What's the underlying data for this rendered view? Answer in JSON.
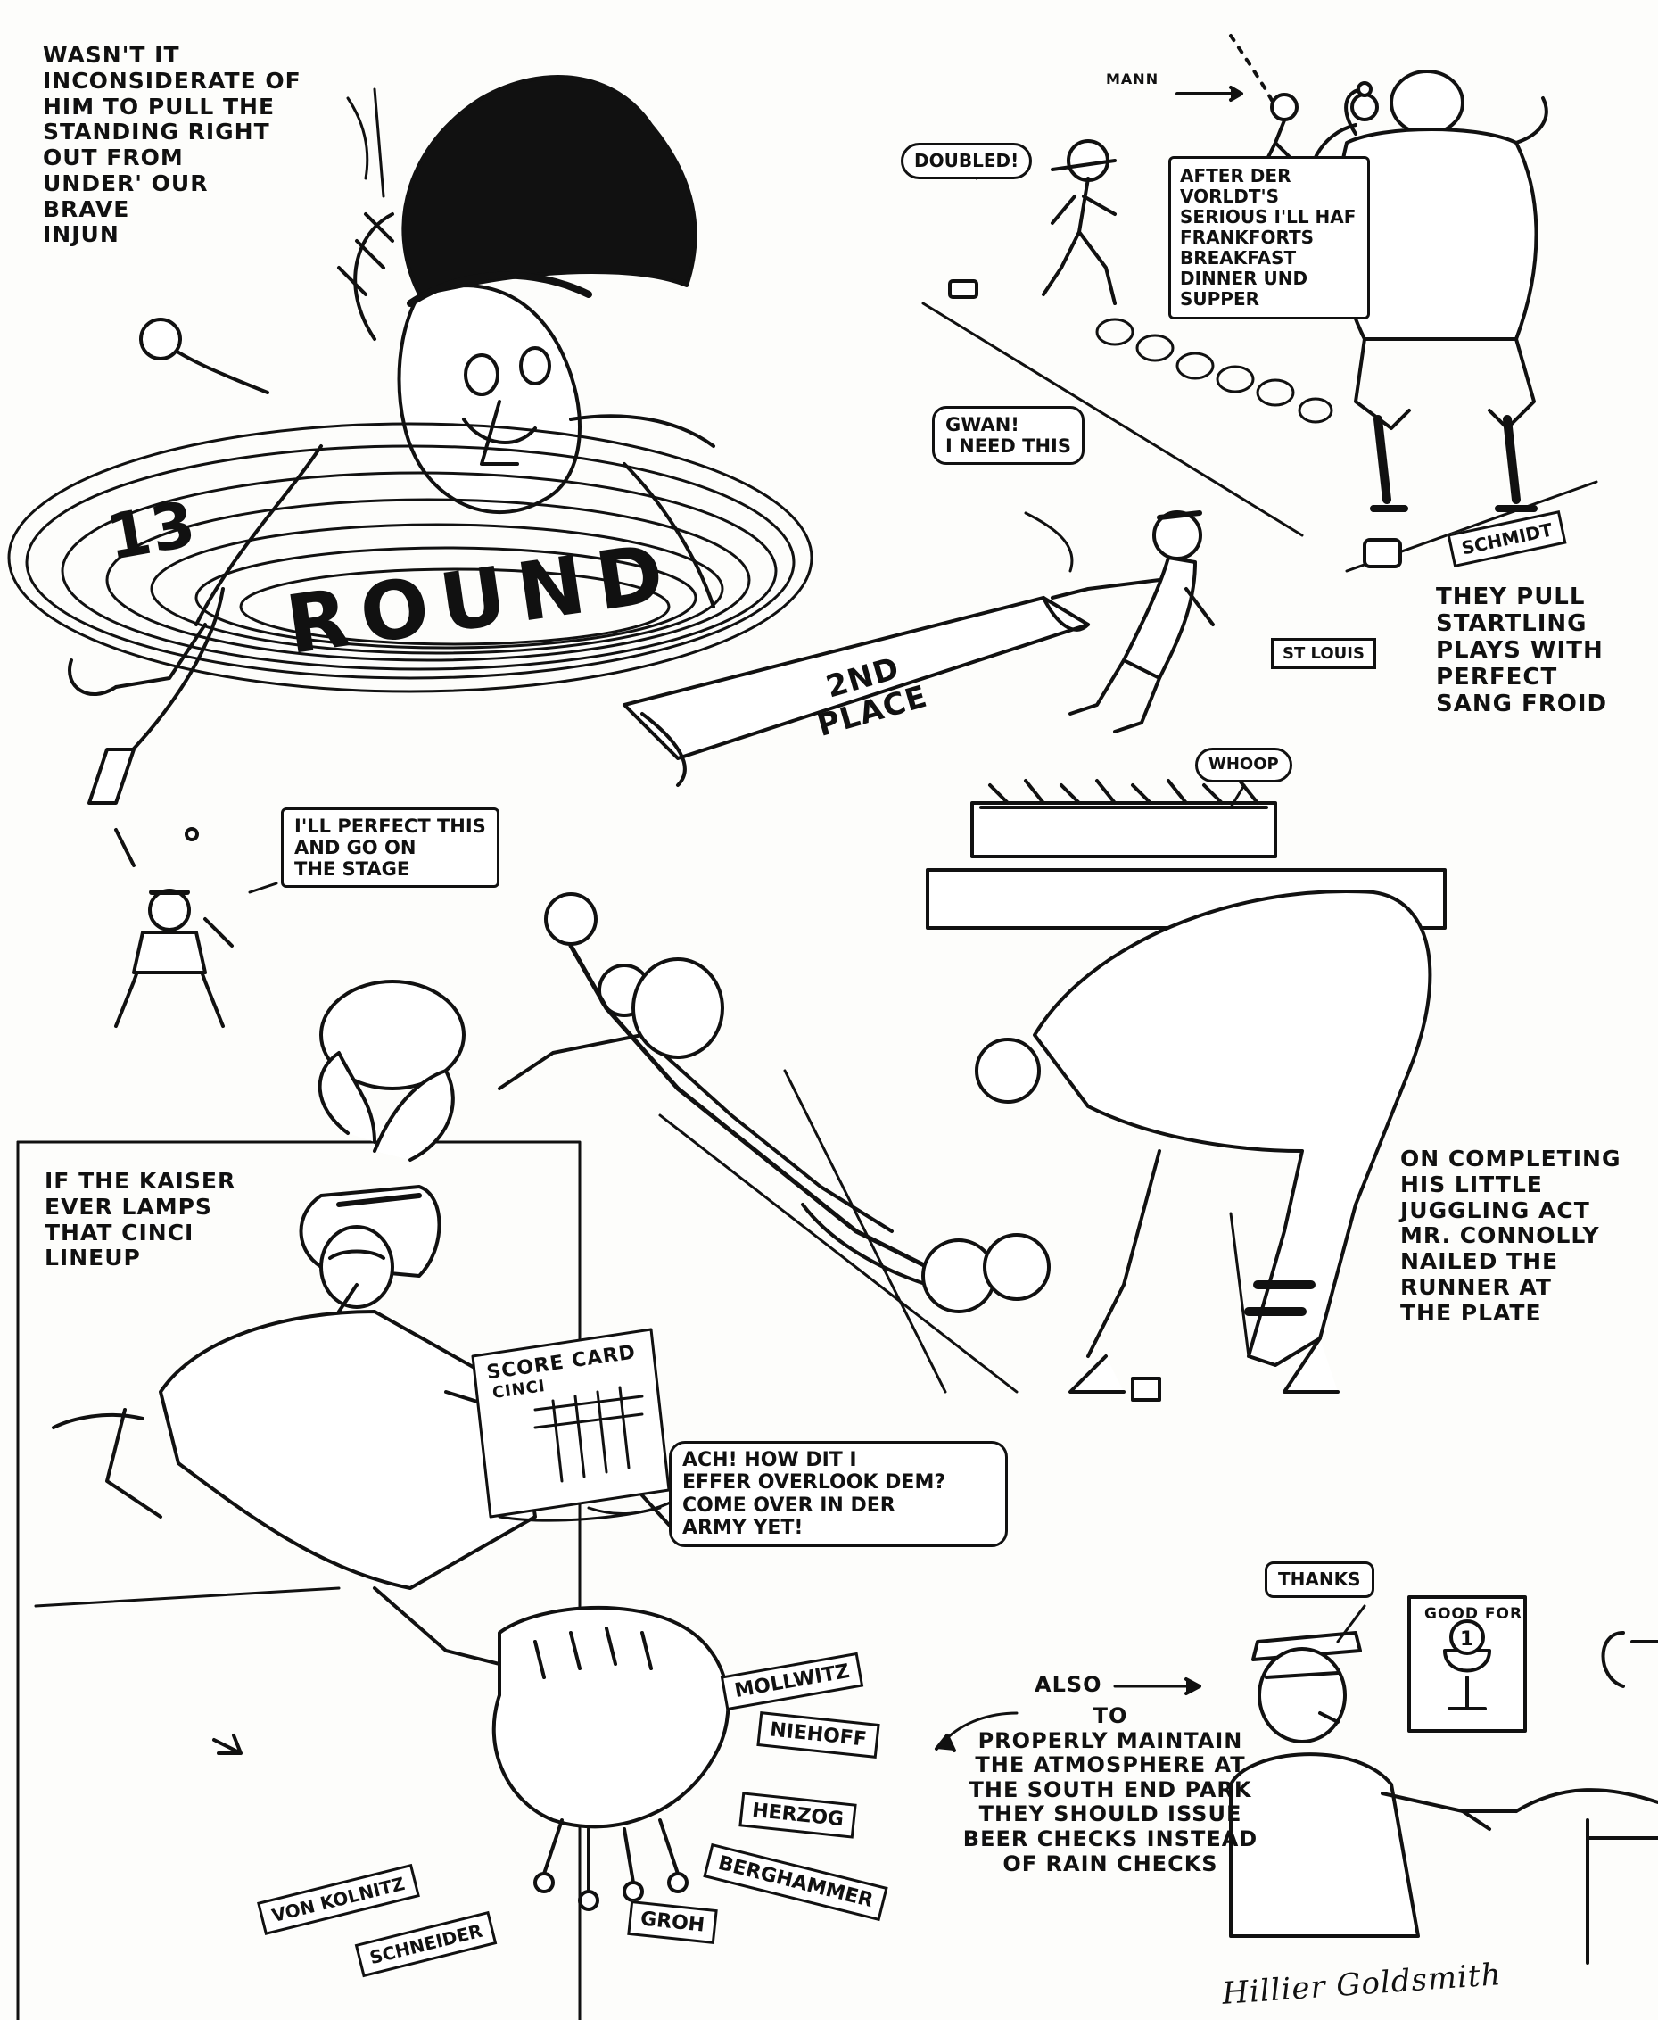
{
  "panels": {
    "top_left": {
      "caption": "WASN'T IT\nINCONSIDERATE OF\nHIM TO PULL THE\nSTANDING RIGHT\nOUT FROM\nUNDER' OUR\nBRAVE\nINJUN",
      "ground_label": "ROUND",
      "number_label": "13"
    },
    "top_right": {
      "player_label": "MANN",
      "bubble_doubled": "DOUBLED!",
      "bubble_german": "AFTER DER\nVORLDT'S\nSERIOUS I'LL HAF\nFRANKFORTS\nBREAKFAST\nDINNER UND\nSUPPER",
      "tag_schmidt": "SCHMIDT",
      "caption": "THEY PULL\nSTARTLING\nPLAYS WITH\nPERFECT\nSANG FROID"
    },
    "middle_top": {
      "bubble_gwan": "GWAN!\nI NEED THIS",
      "tag_stlouis": "ST LOUIS",
      "place_label": "2ND\nPLACE"
    },
    "middle": {
      "bubble_perfect": "I'LL PERFECT THIS\nAND GO ON\nTHE STAGE",
      "bubble_whoop": "WHOOP",
      "caption": "ON COMPLETING\nHIS LITTLE\nJUGGLING ACT\nMR. CONNOLLY\nNAILED THE\nRUNNER AT\nTHE PLATE"
    },
    "bottom_left": {
      "caption": "IF THE KAISER\nEVER LAMPS\nTHAT CINCI\nLINEUP",
      "scorecard_title": "SCORE CARD",
      "scorecard_sub": "CINCI",
      "bubble_ach": "ACH! HOW DIT I\nEFFER OVERLOOK DEM?\nCOME OVER IN DER\nARMY YET!",
      "players": [
        "MOLLWITZ",
        "NIEHOFF",
        "HERZOG",
        "BERGHAMMER",
        "GROH",
        "SCHNEIDER",
        "VON KOLNITZ"
      ]
    },
    "bottom_right": {
      "bubble_thanks": "THANKS",
      "sign": "GOOD FOR",
      "sign_number": "1",
      "caption_also": "ALSO",
      "caption": "TO\nPROPERLY MAINTAIN\nTHE ATMOSPHERE AT\nTHE SOUTH END PARK\nTHEY SHOULD ISSUE\nBEER CHECKS INSTEAD\nOF RAIN CHECKS",
      "signature": "Hillier Goldsmith"
    }
  }
}
